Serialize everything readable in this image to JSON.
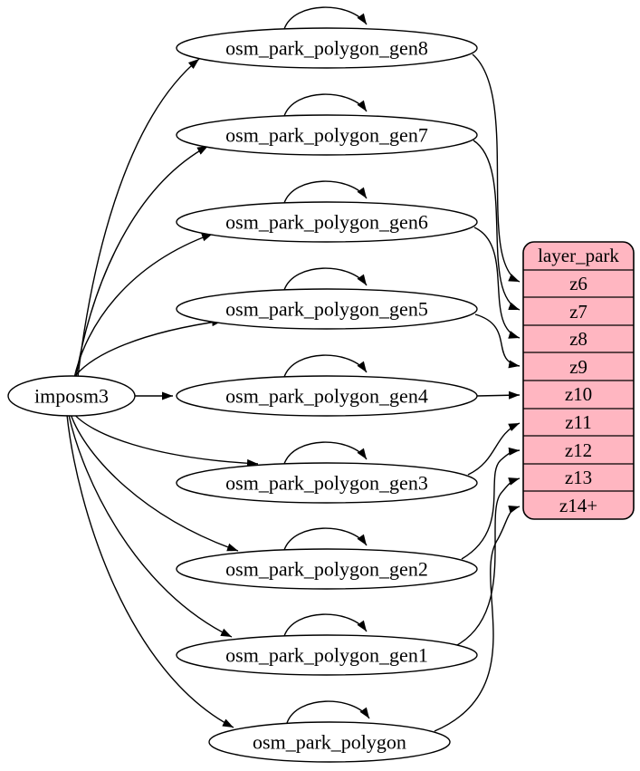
{
  "diagram": {
    "type": "graphviz-dependency-graph",
    "source": {
      "label": "imposm3",
      "feeds_all_tables": true
    },
    "tables": [
      {
        "label": "osm_park_polygon_gen8",
        "target_row": "z6",
        "self_loop": true
      },
      {
        "label": "osm_park_polygon_gen7",
        "target_row": "z7",
        "self_loop": true
      },
      {
        "label": "osm_park_polygon_gen6",
        "target_row": "z8",
        "self_loop": true
      },
      {
        "label": "osm_park_polygon_gen5",
        "target_row": "z9",
        "self_loop": true
      },
      {
        "label": "osm_park_polygon_gen4",
        "target_row": "z10",
        "self_loop": true
      },
      {
        "label": "osm_park_polygon_gen3",
        "target_row": "z11",
        "self_loop": true
      },
      {
        "label": "osm_park_polygon_gen2",
        "target_row": "z12",
        "self_loop": true
      },
      {
        "label": "osm_park_polygon_gen1",
        "target_row": "z13",
        "self_loop": true
      },
      {
        "label": "osm_park_polygon",
        "target_row": "z14+",
        "self_loop": true
      }
    ],
    "layer": {
      "title": "layer_park",
      "zoom_rows": [
        "z6",
        "z7",
        "z8",
        "z9",
        "z10",
        "z11",
        "z12",
        "z13",
        "z14+"
      ]
    },
    "colors": {
      "layer_fill": "#FFB6C1",
      "node_fill": "#FFFFFF",
      "stroke": "#000000",
      "background": "#FFFFFF"
    }
  }
}
